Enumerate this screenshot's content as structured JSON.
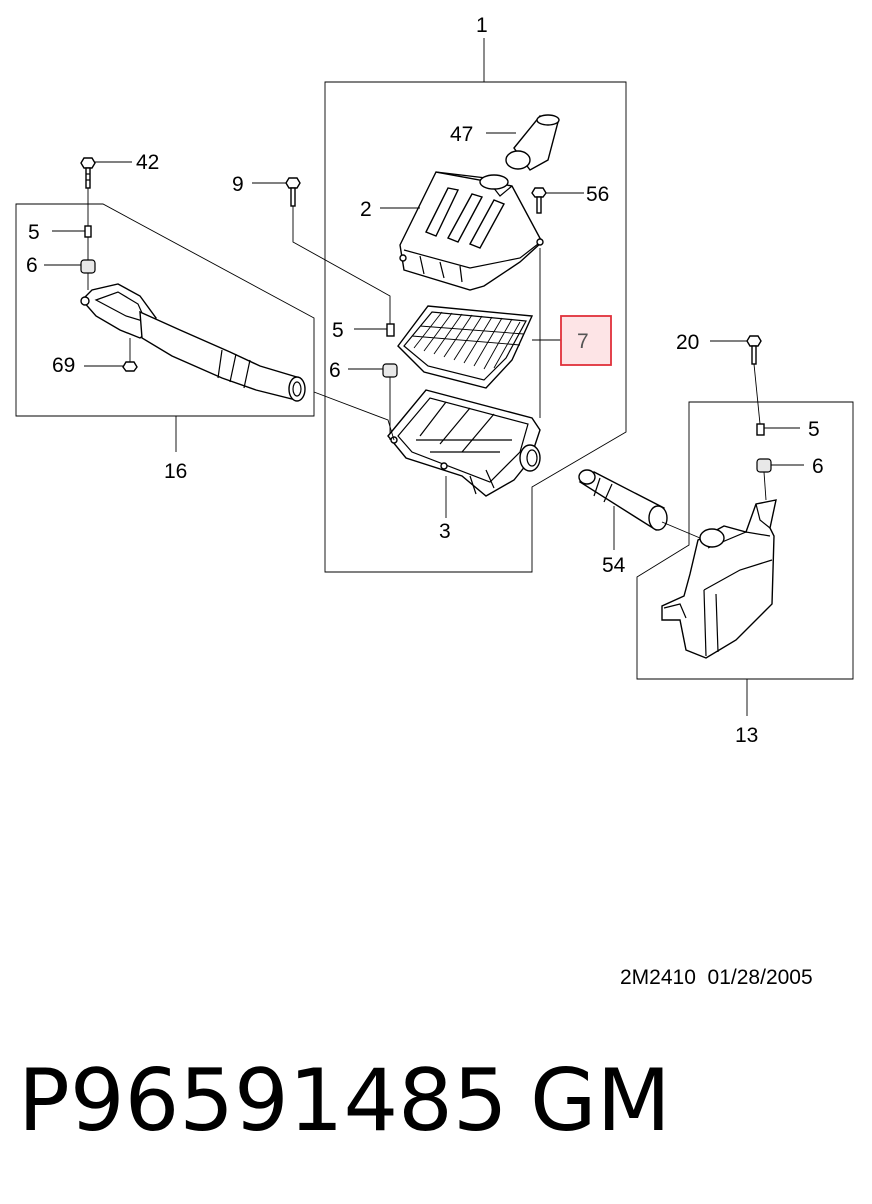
{
  "diagram": {
    "callouts": [
      {
        "id": "1",
        "label": "1"
      },
      {
        "id": "2",
        "label": "2"
      },
      {
        "id": "3",
        "label": "3"
      },
      {
        "id": "5a",
        "label": "5"
      },
      {
        "id": "5b",
        "label": "5"
      },
      {
        "id": "5c",
        "label": "5"
      },
      {
        "id": "6a",
        "label": "6"
      },
      {
        "id": "6b",
        "label": "6"
      },
      {
        "id": "6c",
        "label": "6"
      },
      {
        "id": "7",
        "label": "7",
        "highlighted": true
      },
      {
        "id": "9",
        "label": "9"
      },
      {
        "id": "13",
        "label": "13"
      },
      {
        "id": "16",
        "label": "16"
      },
      {
        "id": "20",
        "label": "20"
      },
      {
        "id": "42",
        "label": "42"
      },
      {
        "id": "47",
        "label": "47"
      },
      {
        "id": "54",
        "label": "54"
      },
      {
        "id": "56",
        "label": "56"
      },
      {
        "id": "69",
        "label": "69"
      }
    ],
    "highlight_color": "#e0303a",
    "highlight_fill": "#fde4e6"
  },
  "footer": {
    "diagram_code": "2M2410  01/28/2005",
    "part_number": "P96591485",
    "brand": "GM"
  }
}
